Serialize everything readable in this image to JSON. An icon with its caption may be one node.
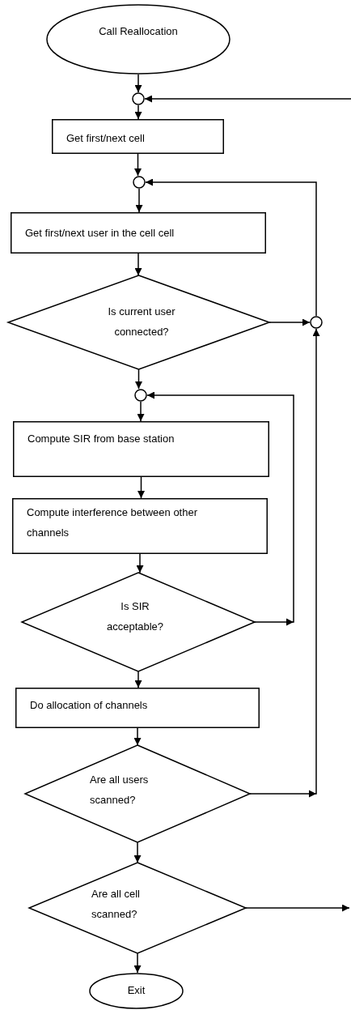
{
  "diagram": {
    "nodes": [
      {
        "text": [
          "Call Reallocation"
        ]
      },
      {
        "text": [],
        "shape": "circle"
      },
      {
        "text": [
          "Get first/next cell"
        ]
      },
      {
        "text": [],
        "shape": "circle"
      },
      {
        "text": [
          "Get first/next user in the cell cell"
        ]
      },
      {
        "text": [
          "Is current user connected?"
        ]
      },
      {
        "text": [],
        "shape": "circle"
      },
      {
        "text": [],
        "shape": "circle"
      },
      {
        "text": [
          "Compute SIR from base station"
        ]
      },
      {
        "text": [
          "Compute interference between other channels"
        ]
      },
      {
        "text": [
          "Is SIR acceptable?"
        ]
      },
      {
        "text": [
          "Do allocation of channels"
        ]
      },
      {
        "text": [
          "Are all users scanned?"
        ]
      },
      {
        "text": [
          "Are all cell scanned?"
        ]
      },
      {
        "text": [
          "Exit"
        ]
      }
    ],
    "edges": [
      {
        "from": 0,
        "to": 1,
        "arrow": "to"
      },
      {
        "from": 1,
        "to": 2,
        "arrow": "to"
      },
      {
        "from": 2,
        "to": 3,
        "arrow": "to"
      },
      {
        "from": 3,
        "to": 4,
        "arrow": "to"
      },
      {
        "from": 4,
        "to": 5,
        "arrow": "to"
      },
      {
        "from": 5,
        "to": 6,
        "arrow": "to"
      },
      {
        "from": 6,
        "to": 3,
        "arrow": "to"
      },
      {
        "from": 5,
        "to": 7,
        "arrow": "to"
      },
      {
        "from": 7,
        "to": 8,
        "arrow": "to"
      },
      {
        "from": 8,
        "to": 9,
        "arrow": "to"
      },
      {
        "from": 9,
        "to": 10,
        "arrow": "to"
      },
      {
        "from": 10,
        "to": 7,
        "arrow": "to"
      },
      {
        "from": 10,
        "to": 11,
        "arrow": "to"
      },
      {
        "from": 11,
        "to": 12,
        "arrow": "to"
      },
      {
        "from": 12,
        "to": 6,
        "arrow": "to"
      },
      {
        "from": 12,
        "to": 13,
        "arrow": "to"
      },
      {
        "from": 13,
        "to": null,
        "arrow": "to"
      },
      {
        "from": null,
        "to": 1,
        "arrow": "to"
      },
      {
        "from": 13,
        "to": 14,
        "arrow": "to"
      }
    ]
  }
}
